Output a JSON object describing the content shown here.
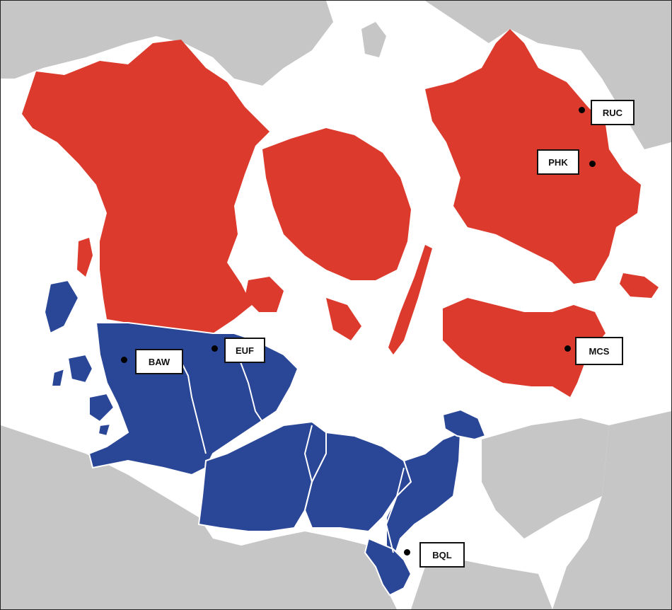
{
  "colors": {
    "land_gray": "#c6c6c6",
    "water": "#ffffff",
    "red_region": "#dc3a2d",
    "blue_region": "#2a4697",
    "border_white": "#ffffff"
  },
  "labels": {
    "ruc": "RUC",
    "phk": "PHK",
    "mcs": "MCS",
    "euf": "EUF",
    "baw": "BAW",
    "bql": "BQL"
  }
}
